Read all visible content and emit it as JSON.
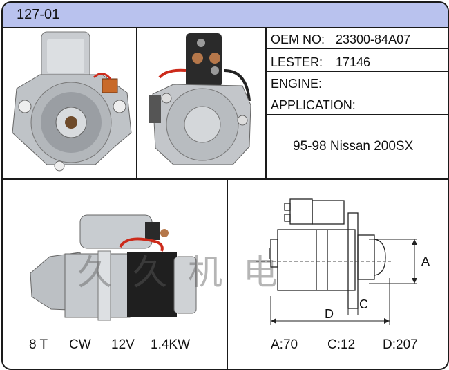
{
  "header": {
    "code": "127-01"
  },
  "specs": [
    {
      "label": "OEM NO:",
      "value": "23300-84A07"
    },
    {
      "label": "LESTER:",
      "value": "17146"
    },
    {
      "label": "ENGINE:",
      "value": ""
    },
    {
      "label": "APPLICATION:",
      "value": ""
    }
  ],
  "application_text": "95-98 Nissan 200SX",
  "ratings": {
    "teeth": "8 T",
    "rotation": "CW",
    "voltage": "12V",
    "power": "1.4KW"
  },
  "dimensions": {
    "a": "A:70",
    "c": "C:12",
    "d": "D:207"
  },
  "diagram_labels": {
    "a": "A",
    "c": "C",
    "d": "D"
  },
  "watermark": "久久机电",
  "colors": {
    "header_bg": "#b9c2ee",
    "border": "#1a1a1a"
  }
}
